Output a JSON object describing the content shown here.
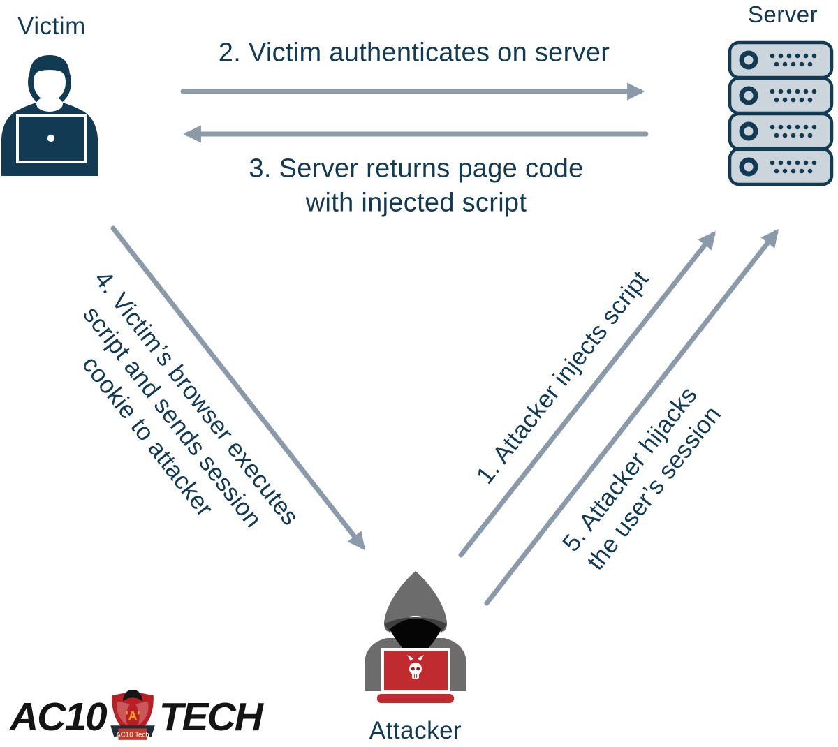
{
  "diagram": {
    "nodes": {
      "victim": {
        "label": "Victim"
      },
      "server": {
        "label": "Server"
      },
      "attacker": {
        "label": "Attacker"
      }
    },
    "steps": {
      "step1": {
        "text": "1. Attacker injects script"
      },
      "step2": {
        "text": "2. Victim authenticates on server"
      },
      "step3": {
        "line1": "3. Server returns page code",
        "line2": "with injected script"
      },
      "step4": {
        "line1": "4. Victim’s browser executes",
        "line2": "script and sends session",
        "line3": "cookie to attacker"
      },
      "step5": {
        "line1": "5. Attacker hijacks",
        "line2": "the user’s session"
      }
    }
  },
  "logo": {
    "left_text": "AC10",
    "right_text": "TECH",
    "shield_letter": "'A'",
    "banner_text": "AC10 Tech"
  },
  "icons": {
    "victim": "victim-user-laptop-icon",
    "server": "server-rack-icon",
    "attacker": "hooded-hacker-icon",
    "skull": "devil-skull-icon"
  },
  "colors": {
    "text_navy": "#123a52",
    "arrow_gray_blue": "#8a9aa8",
    "server_fill": "#ccd5db",
    "hood_gray": "#6c6c6c",
    "laptop_red": "#c02b30",
    "logo_black": "#141414",
    "logo_red": "#b92025",
    "logo_orange": "#f6a21d",
    "ribbon_navy": "#1d2d3a"
  }
}
